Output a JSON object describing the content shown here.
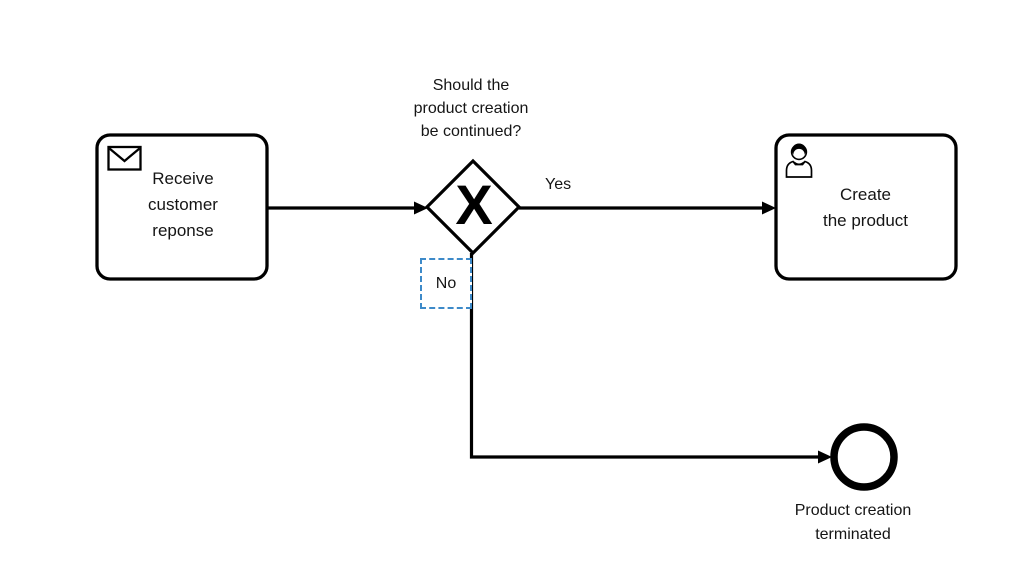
{
  "diagram": {
    "background_color": "#ffffff",
    "stroke_color": "#000000",
    "selection_color": "#3d8ac9",
    "receive_task": {
      "label": "Receive\ncustomer\nreponse",
      "icon": "message-envelope-icon"
    },
    "gateway": {
      "type": "exclusive",
      "marker": "X",
      "question": "Should the\nproduct creation\nbe continued?"
    },
    "create_task": {
      "label": "Create\nthe product",
      "icon": "user-icon"
    },
    "end_event": {
      "label": "Product creation\nterminated"
    },
    "flows": {
      "yes": {
        "label": "Yes"
      },
      "no": {
        "label": "No"
      }
    }
  }
}
